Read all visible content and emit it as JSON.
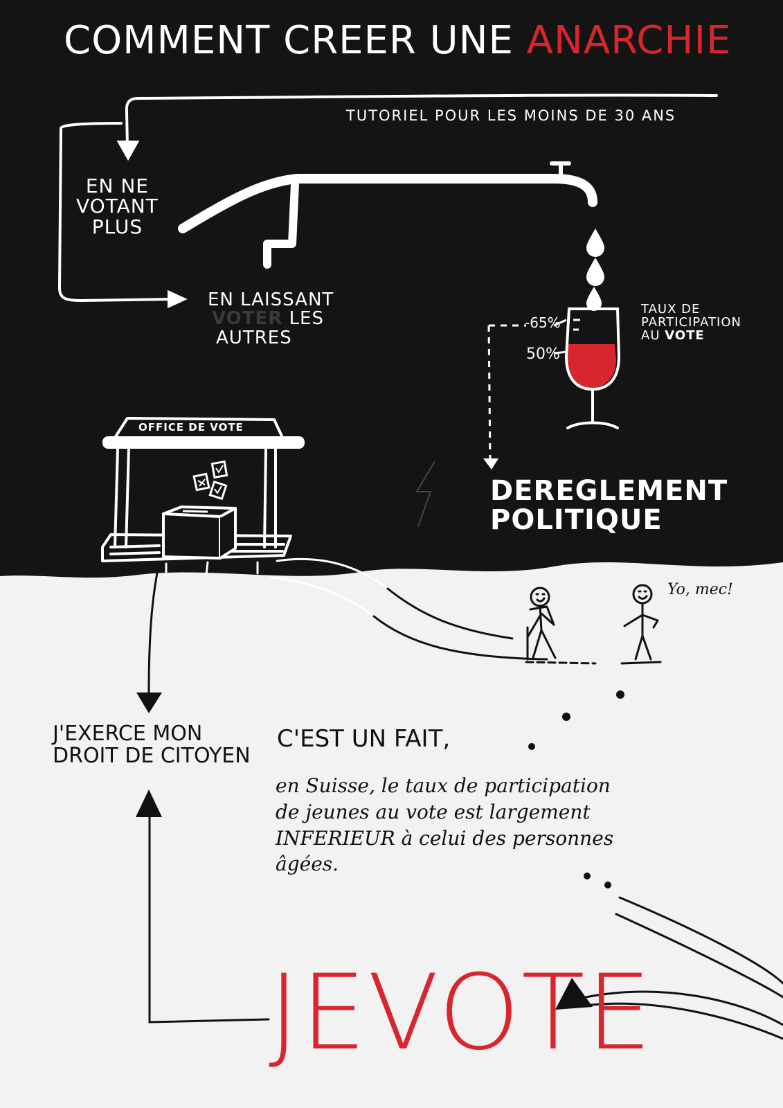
{
  "title": {
    "prefix": "COMMENT CREER UNE ",
    "highlight": "ANARCHIE"
  },
  "subtitle": "TUTORIEL POUR LES MOINS DE 30 ANS",
  "steps": {
    "not_voting": [
      "EN NE",
      "VOTANT",
      "PLUS"
    ],
    "let_others": [
      "EN LAISSANT",
      "LES",
      "AUTRES"
    ],
    "let_others_hidden": "VOTER"
  },
  "participation": {
    "label": [
      "TAUX DE",
      "PARTICIPATION"
    ],
    "label_prefix": "AU ",
    "label_strong": "VOTE",
    "mark_high": "-65%",
    "mark_low": "50%"
  },
  "office": {
    "sign": "OFFICE DE VOTE"
  },
  "consequence": [
    "DEREGLEMENT",
    "POLITIQUE"
  ],
  "speech": "Yo, mec!",
  "right": [
    "J'EXERCE MON",
    "DROIT DE CITOYEN"
  ],
  "fact": {
    "heading": "C'EST UN FAIT,",
    "lines": [
      "en Suisse, le taux de participation",
      "de jeunes au vote est largement",
      "INFERIEUR à celui des personnes",
      "âgées."
    ]
  },
  "slogan": "JEVOTE",
  "colors": {
    "dark": "#141414",
    "light": "#f2f2f2",
    "accent": "#d7262e",
    "ink": "#111111"
  },
  "icons": [
    "arrow-down-icon",
    "faucet-pipe-icon",
    "water-drop-icon",
    "wine-glass-icon",
    "ballot-box-icon",
    "ballot-paper-icon",
    "stick-figure-icon",
    "arrow-up-icon"
  ]
}
